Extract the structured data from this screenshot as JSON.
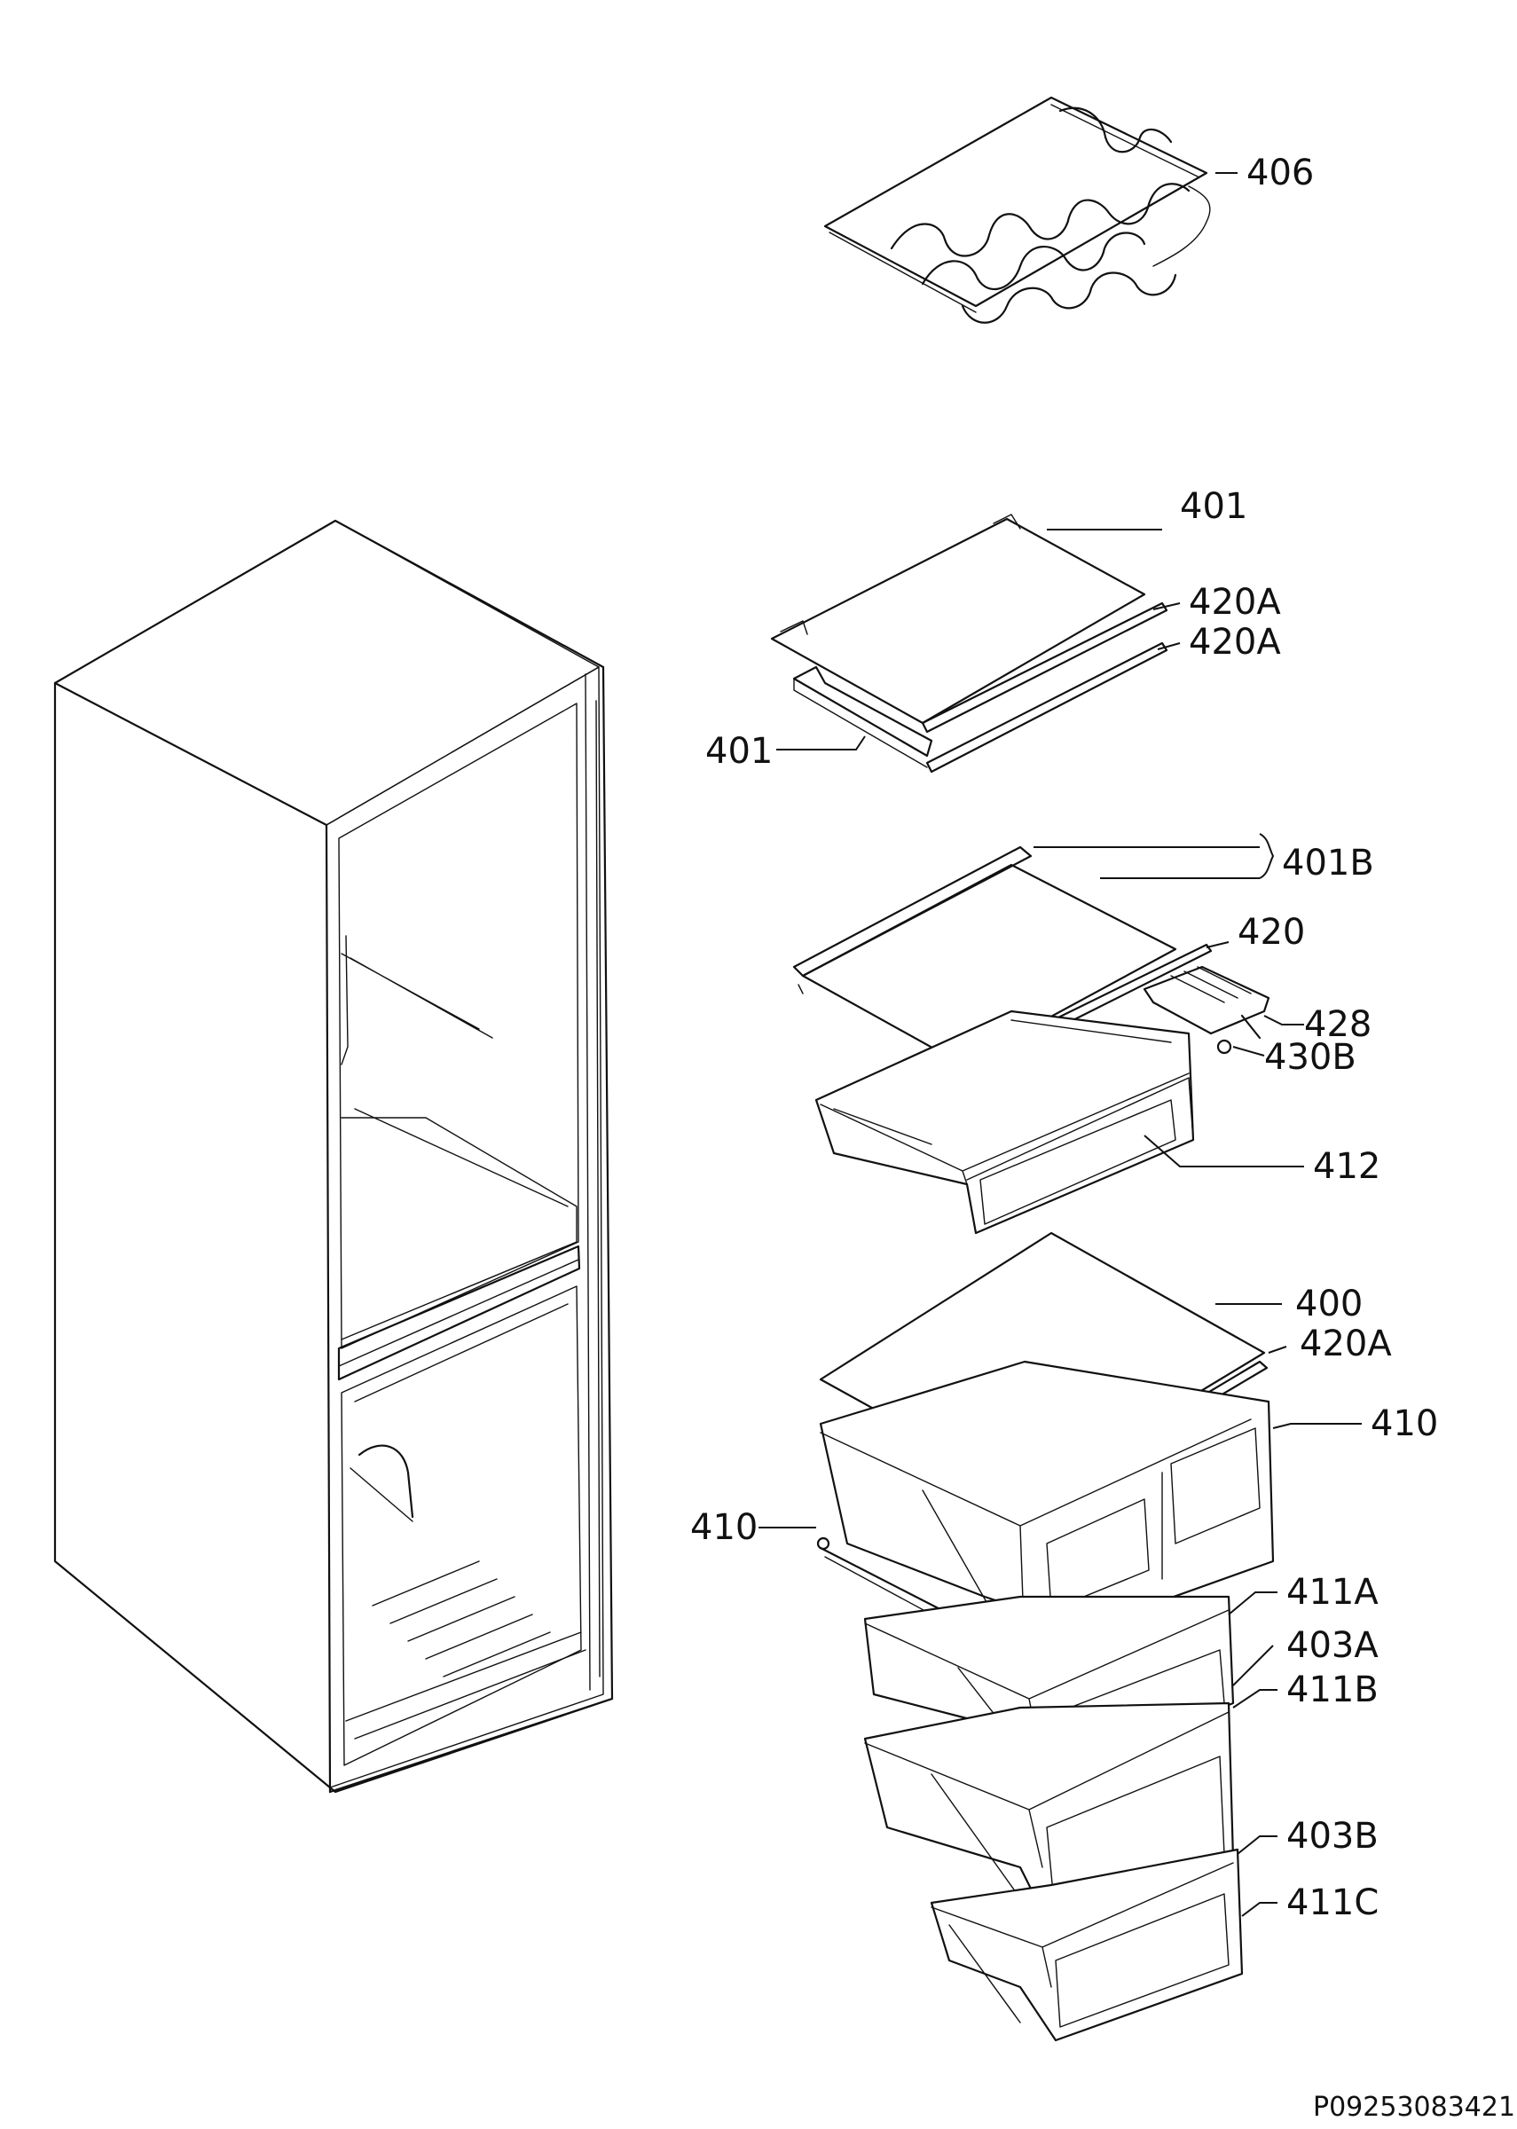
{
  "labels": {
    "p406": "406",
    "p401_top": "401",
    "p420A_1": "420A",
    "p420A_2": "420A",
    "p401_left": "401",
    "p401B": "401B",
    "p420": "420",
    "p428": "428",
    "p430B": "430B",
    "p412": "412",
    "p400": "400",
    "p420A_3": "420A",
    "p410_right": "410",
    "p410_left": "410",
    "p411A": "411A",
    "p403A": "403A",
    "p411B": "411B",
    "p403B": "403B",
    "p411C": "411C"
  },
  "reference": "P09253083421"
}
